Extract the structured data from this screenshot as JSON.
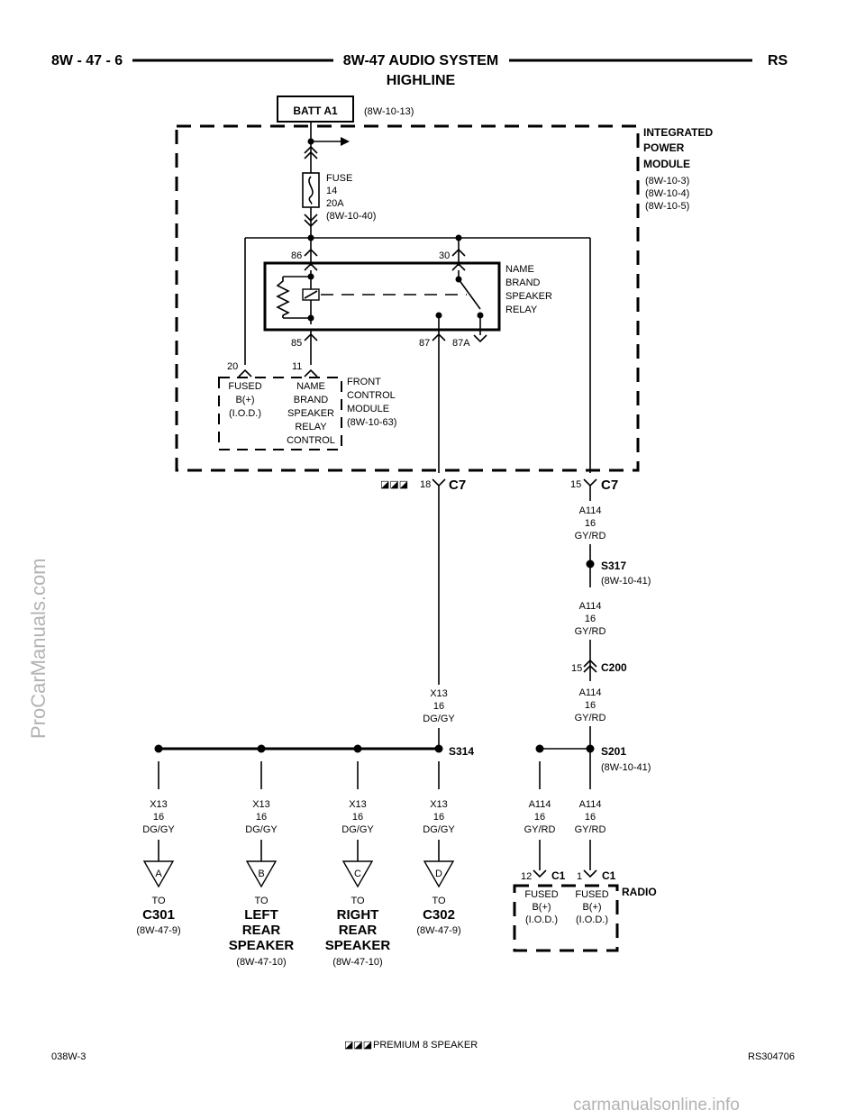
{
  "header": {
    "page": "8W - 47 - 6",
    "title_line1": "8W-47 AUDIO SYSTEM",
    "title_line2": "HIGHLINE",
    "model": "RS"
  },
  "batt": {
    "label": "BATT A1",
    "ref": "(8W-10-13)"
  },
  "ipm": {
    "line1": "INTEGRATED",
    "line2": "POWER",
    "line3": "MODULE",
    "ref1": "(8W-10-3)",
    "ref2": "(8W-10-4)",
    "ref3": "(8W-10-5)"
  },
  "fuse": {
    "line1": "FUSE",
    "line2": "14",
    "line3": "20A",
    "ref": "(8W-10-40)"
  },
  "relay": {
    "line1": "NAME",
    "line2": "BRAND",
    "line3": "SPEAKER",
    "line4": "RELAY",
    "pin86": "86",
    "pin30": "30",
    "pin85": "85",
    "pin87": "87",
    "pin87a": "87A"
  },
  "fcm": {
    "pin20": "20",
    "pin11": "11",
    "fused1": "FUSED",
    "fused2": "B(+)",
    "fused3": "(I.O.D.)",
    "ctl1": "NAME",
    "ctl2": "BRAND",
    "ctl3": "SPEAKER",
    "ctl4": "RELAY",
    "ctl5": "CONTROL",
    "name1": "FRONT",
    "name2": "CONTROL",
    "name3": "MODULE",
    "ref": "(8W-10-63)"
  },
  "c7_left": {
    "marks": "◪◪◪",
    "pin": "18",
    "name": "C7"
  },
  "c7_right": {
    "pin": "15",
    "name": "C7"
  },
  "wire_a114": {
    "circuit": "A114",
    "gauge": "16",
    "color": "GY/RD"
  },
  "wire_x13": {
    "circuit": "X13",
    "gauge": "16",
    "color": "DG/GY"
  },
  "s317": {
    "name": "S317",
    "ref": "(8W-10-41)"
  },
  "c200": {
    "pin": "15",
    "name": "C200"
  },
  "s314": {
    "name": "S314"
  },
  "s201": {
    "name": "S201",
    "ref": "(8W-10-41)"
  },
  "outputs": {
    "a": {
      "letter": "A",
      "to": "TO",
      "l1": "C301",
      "ref": "(8W-47-9)"
    },
    "b": {
      "letter": "B",
      "to": "TO",
      "l1": "LEFT",
      "l2": "REAR",
      "l3": "SPEAKER",
      "ref": "(8W-47-10)"
    },
    "c": {
      "letter": "C",
      "to": "TO",
      "l1": "RIGHT",
      "l2": "REAR",
      "l3": "SPEAKER",
      "ref": "(8W-47-10)"
    },
    "d": {
      "letter": "D",
      "to": "TO",
      "l1": "C302",
      "ref": "(8W-47-9)"
    }
  },
  "radio": {
    "name": "RADIO",
    "c1a_pin": "12",
    "c1b_pin": "1",
    "c1_name": "C1",
    "f1": "FUSED",
    "f2": "B(+)",
    "f3": "(I.O.D.)"
  },
  "footer": {
    "legend_marks": "◪◪◪",
    "legend": "PREMIUM 8 SPEAKER",
    "left": "038W-3",
    "right": "RS304706"
  },
  "watermarks": {
    "side": "ProCarManuals.com",
    "bottom": "carmanualsonline.info"
  }
}
